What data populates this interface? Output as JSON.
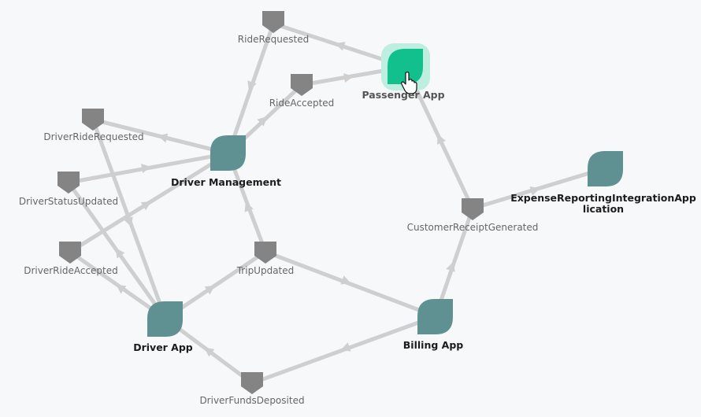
{
  "diagram": {
    "nodes": {
      "passenger_app": {
        "label": "Passenger App",
        "kind": "application",
        "selected": true
      },
      "driver_management": {
        "label": "Driver Management",
        "kind": "application"
      },
      "driver_app": {
        "label": "Driver App",
        "kind": "application"
      },
      "billing_app": {
        "label": "Billing App",
        "kind": "application"
      },
      "expense_app": {
        "label_line1": "ExpenseReportingIntegrationApp",
        "label_line2": "lication",
        "kind": "application"
      },
      "ride_requested": {
        "label": "RideRequested",
        "kind": "event"
      },
      "ride_accepted": {
        "label": "RideAccepted",
        "kind": "event"
      },
      "driver_ride_requested": {
        "label": "DriverRideRequested",
        "kind": "event"
      },
      "driver_status_updated": {
        "label": "DriverStatusUpdated",
        "kind": "event"
      },
      "driver_ride_accepted": {
        "label": "DriverRideAccepted",
        "kind": "event"
      },
      "trip_updated": {
        "label": "TripUpdated",
        "kind": "event"
      },
      "customer_receipt_generated": {
        "label": "CustomerReceiptGenerated",
        "kind": "event"
      },
      "driver_funds_deposited": {
        "label": "DriverFundsDeposited",
        "kind": "event"
      }
    },
    "edges": [
      {
        "from": "passenger_app",
        "to": "ride_requested"
      },
      {
        "from": "ride_requested",
        "to": "driver_management"
      },
      {
        "from": "driver_management",
        "to": "ride_accepted"
      },
      {
        "from": "ride_accepted",
        "to": "passenger_app"
      },
      {
        "from": "driver_management",
        "to": "driver_ride_requested"
      },
      {
        "from": "driver_status_updated",
        "to": "driver_management"
      },
      {
        "from": "driver_ride_accepted",
        "to": "driver_management"
      },
      {
        "from": "driver_ride_requested",
        "to": "driver_app"
      },
      {
        "from": "driver_app",
        "to": "driver_status_updated"
      },
      {
        "from": "driver_app",
        "to": "driver_ride_accepted"
      },
      {
        "from": "driver_app",
        "to": "trip_updated"
      },
      {
        "from": "trip_updated",
        "to": "driver_management"
      },
      {
        "from": "trip_updated",
        "to": "billing_app"
      },
      {
        "from": "billing_app",
        "to": "customer_receipt_generated"
      },
      {
        "from": "customer_receipt_generated",
        "to": "passenger_app"
      },
      {
        "from": "customer_receipt_generated",
        "to": "expense_app"
      },
      {
        "from": "billing_app",
        "to": "driver_funds_deposited"
      },
      {
        "from": "driver_funds_deposited",
        "to": "driver_app"
      }
    ]
  },
  "colors": {
    "application": "#5f9192",
    "application_selected": "#12c08e",
    "selected_halo": "#bdeee0",
    "event": "#848484",
    "edge": "#cfcfcf",
    "background": "#f7f8fa"
  },
  "icons": {
    "pointer": "hand-cursor-icon"
  }
}
